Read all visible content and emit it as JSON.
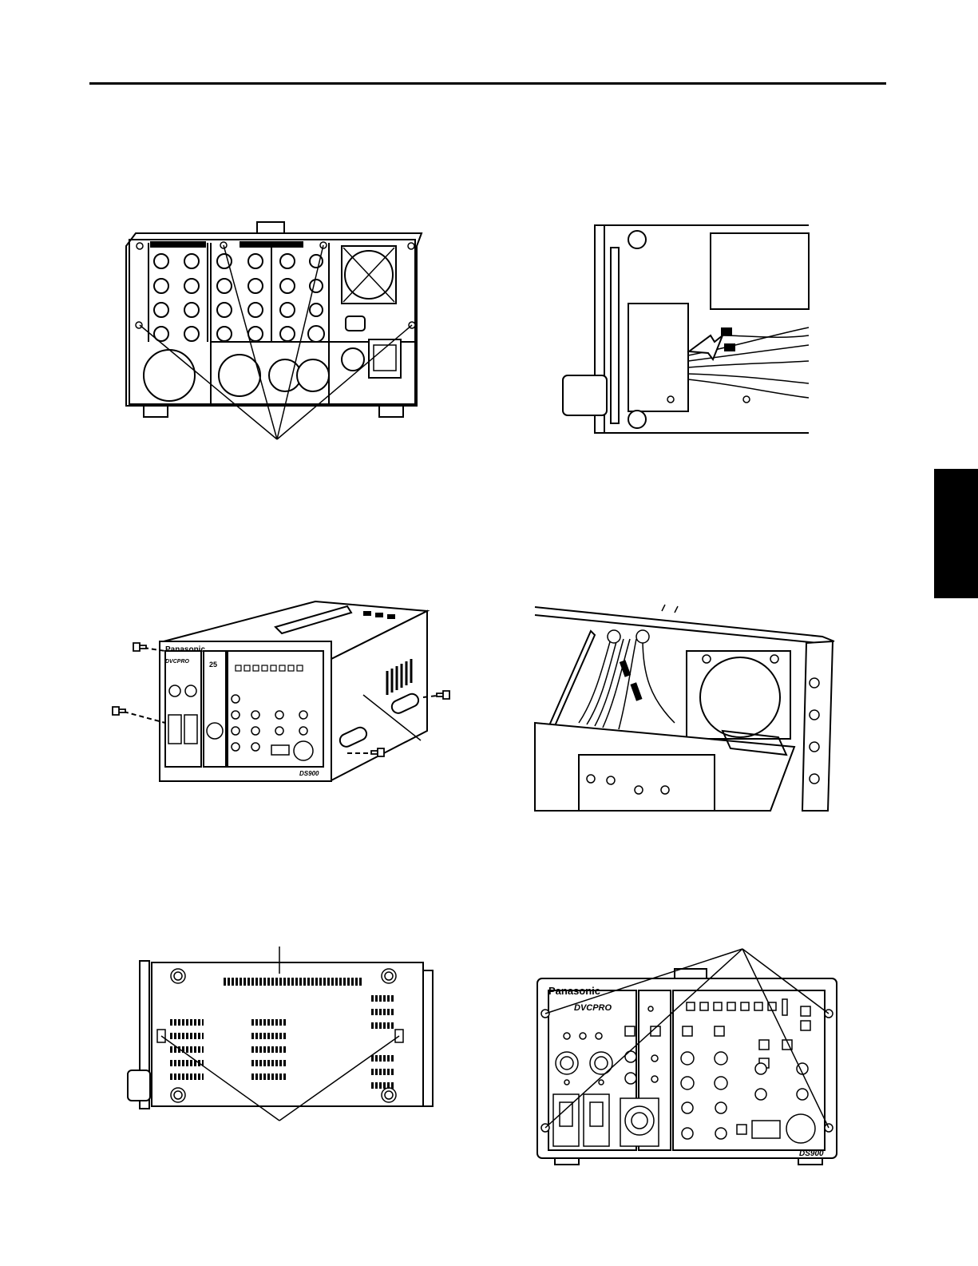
{
  "page": {
    "accent_color": "#000000"
  },
  "figures": {
    "rear_panel": {},
    "inner_wiring_side": {},
    "case_removal": {
      "brand": "Panasonic",
      "logo": "DVCPRO",
      "badge": "25",
      "model": "DS900"
    },
    "inner_top_view": {},
    "bottom_view": {},
    "front_panel": {
      "brand": "Panasonic",
      "logo": "DVCPRO",
      "model": "DS900"
    }
  }
}
